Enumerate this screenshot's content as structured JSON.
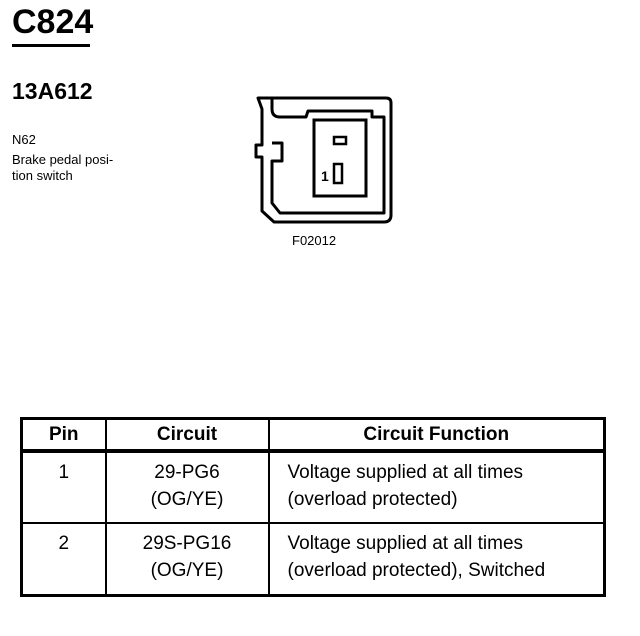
{
  "connector": {
    "id": "C824",
    "part_number": "13A612"
  },
  "component": {
    "code": "N62",
    "description": "Brake pedal position switch",
    "description_line1": "Brake pedal posi-",
    "description_line2": "tion switch"
  },
  "figure": {
    "id": "F02012",
    "pin_label": "1"
  },
  "table": {
    "headers": [
      "Pin",
      "Circuit",
      "Circuit Function"
    ],
    "rows": [
      {
        "pin": "1",
        "circuit_line1": "29-PG6",
        "circuit_line2": "(OG/YE)",
        "function_line1": "Voltage supplied at all times",
        "function_line2": "(overload protected)"
      },
      {
        "pin": "2",
        "circuit_line1": "29S-PG16",
        "circuit_line2": "(OG/YE)",
        "function_line1": "Voltage supplied at all times",
        "function_line2": "(overload protected), Switched"
      }
    ]
  }
}
